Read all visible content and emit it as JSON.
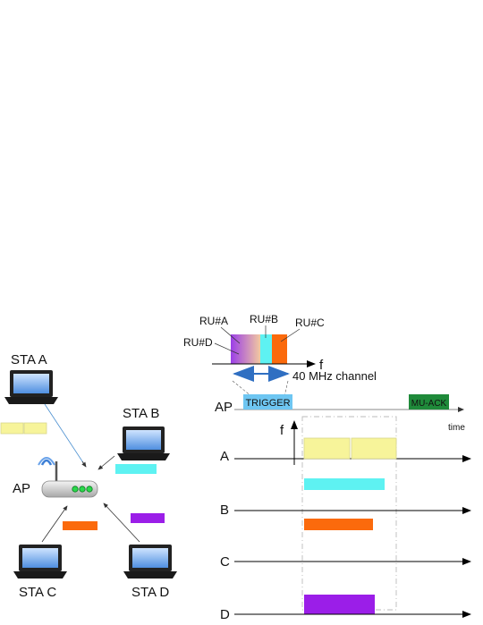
{
  "stations": {
    "sta_a": "STA A",
    "sta_b": "STA B",
    "sta_c": "STA C",
    "sta_d": "STA D",
    "ap": "AP"
  },
  "spectrum": {
    "ru_a": "RU#A",
    "ru_b": "RU#B",
    "ru_c": "RU#C",
    "ru_d": "RU#D",
    "freq_axis": "f",
    "channel": "40 MHz channel"
  },
  "timeline": {
    "ap_row": "AP",
    "row_a": "A",
    "row_b": "B",
    "row_c": "C",
    "row_d": "D",
    "trigger": "TRIGGER",
    "mu_ack": "MU-ACK",
    "time_axis": "time",
    "freq_axis": "f"
  },
  "colors": {
    "ru_a": "#f7f49a",
    "ru_b": "#5ef2f2",
    "ru_c": "#fb6a0c",
    "ru_d": "#9b1ee8",
    "trigger": "#6ec6f2",
    "mu_ack": "#1f8a3a"
  }
}
